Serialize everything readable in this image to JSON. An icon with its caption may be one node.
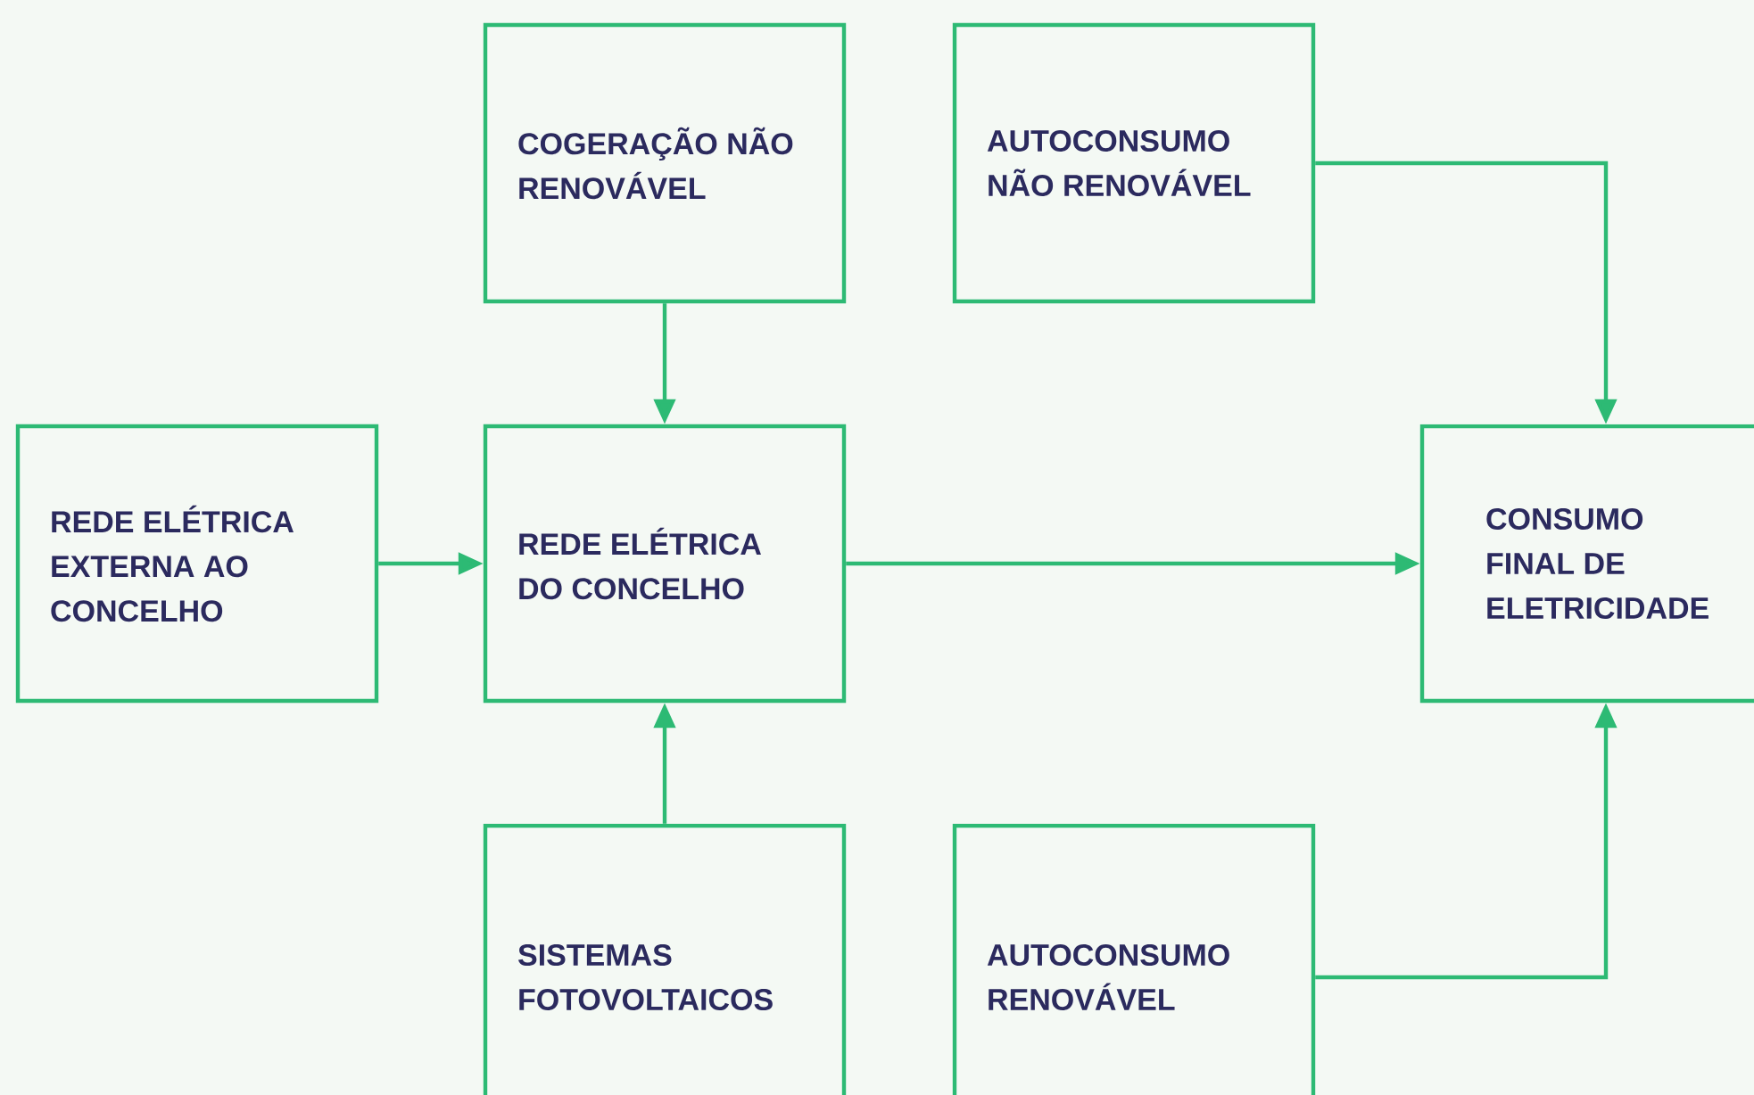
{
  "diagram": {
    "nodes": [
      {
        "text": [
          "COGERAÇÃO NÃO RENOVÁVEL"
        ]
      },
      {
        "text": [
          "AUTOCONSUMO NÃO RENOVÁVEL"
        ]
      },
      {
        "text": [
          "REDE ELÉTRICA EXTERNA AO CONCELHO"
        ]
      },
      {
        "text": [
          "REDE ELÉTRICA DO CONCELHO"
        ]
      },
      {
        "text": [
          "CONSUMO FINAL DE ELETRICIDADE"
        ]
      },
      {
        "text": [
          "SISTEMAS FOTOVOLTAICOS"
        ]
      },
      {
        "text": [
          "AUTOCONSUMO RENOVÁVEL"
        ]
      }
    ],
    "edges": [
      {
        "from": 0,
        "to": 3,
        "arrow": "to"
      },
      {
        "from": 1,
        "to": 4,
        "arrow": "to"
      },
      {
        "from": 2,
        "to": 3,
        "arrow": "to"
      },
      {
        "from": 3,
        "to": 4,
        "arrow": "to"
      },
      {
        "from": 5,
        "to": 3,
        "arrow": "to"
      },
      {
        "from": 6,
        "to": 4,
        "arrow": "to"
      }
    ]
  }
}
